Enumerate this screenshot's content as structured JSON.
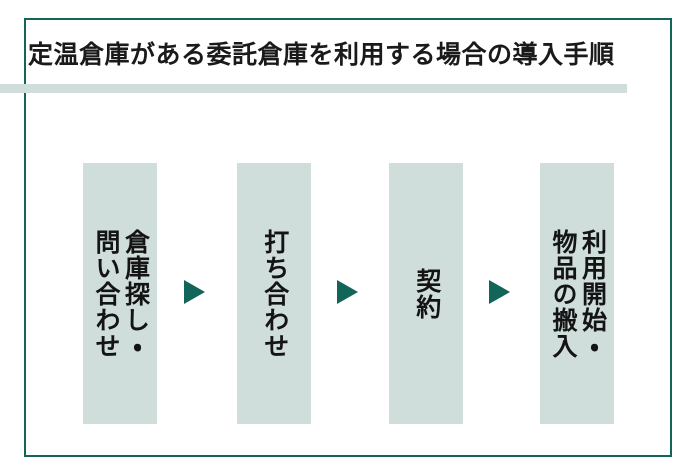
{
  "page": {
    "title": "定温倉庫がある委託倉庫を利用する場合の導入手順",
    "background_color": "#ffffff",
    "frame_color": "#116659",
    "rule_color": "#cfdedb",
    "box_color": "#cfdedb",
    "arrow_color": "#116659",
    "text_color": "#141414"
  },
  "flow": {
    "steps": [
      {
        "label": "倉庫探し・\n問い合わせ",
        "order": 1
      },
      {
        "label": "打ち合わせ",
        "order": 2
      },
      {
        "label": "契約",
        "order": 3
      },
      {
        "label": "利用開始・\n物品の搬入",
        "order": 4
      }
    ],
    "arrows": [
      {
        "glyph": "▶",
        "from": 1,
        "to": 2
      },
      {
        "glyph": "▶",
        "from": 2,
        "to": 3
      },
      {
        "glyph": "▶",
        "from": 3,
        "to": 4
      }
    ]
  }
}
